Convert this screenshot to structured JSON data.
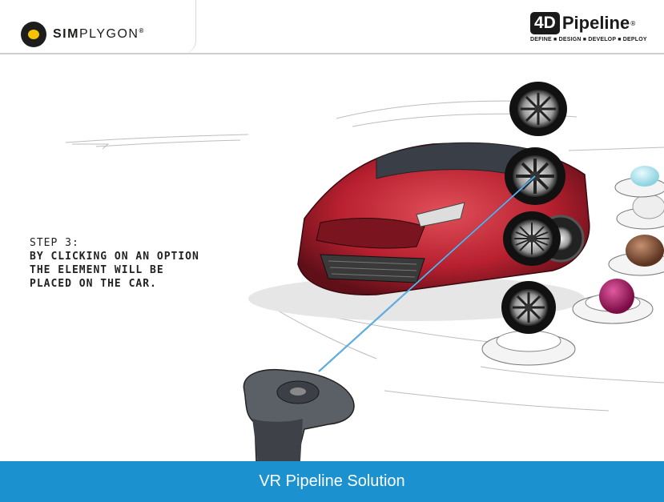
{
  "header": {
    "left_logo": {
      "name": "SIMPLYGON",
      "name_bold": "SIM",
      "name_rest": "PLYGON",
      "mark": "®"
    },
    "right_logo": {
      "box": "4D",
      "name": "Pipeline",
      "mark": "®",
      "tagline": "DEFINE ■ DESIGN ■ DEVELOP ■ DEPLOY"
    }
  },
  "content": {
    "step_label": "STEP 3:",
    "step_lines": [
      "BY CLICKING ON AN OPTION",
      "THE ELEMENT WILL BE",
      "PLACED ON THE CAR."
    ]
  },
  "footer": {
    "title": "VR Pipeline Solution"
  },
  "colors": {
    "footer_bg": "#1b92cf",
    "car_red": "#b8202f",
    "laser": "#2a8fd6",
    "knob_magenta": "#a0185f"
  }
}
